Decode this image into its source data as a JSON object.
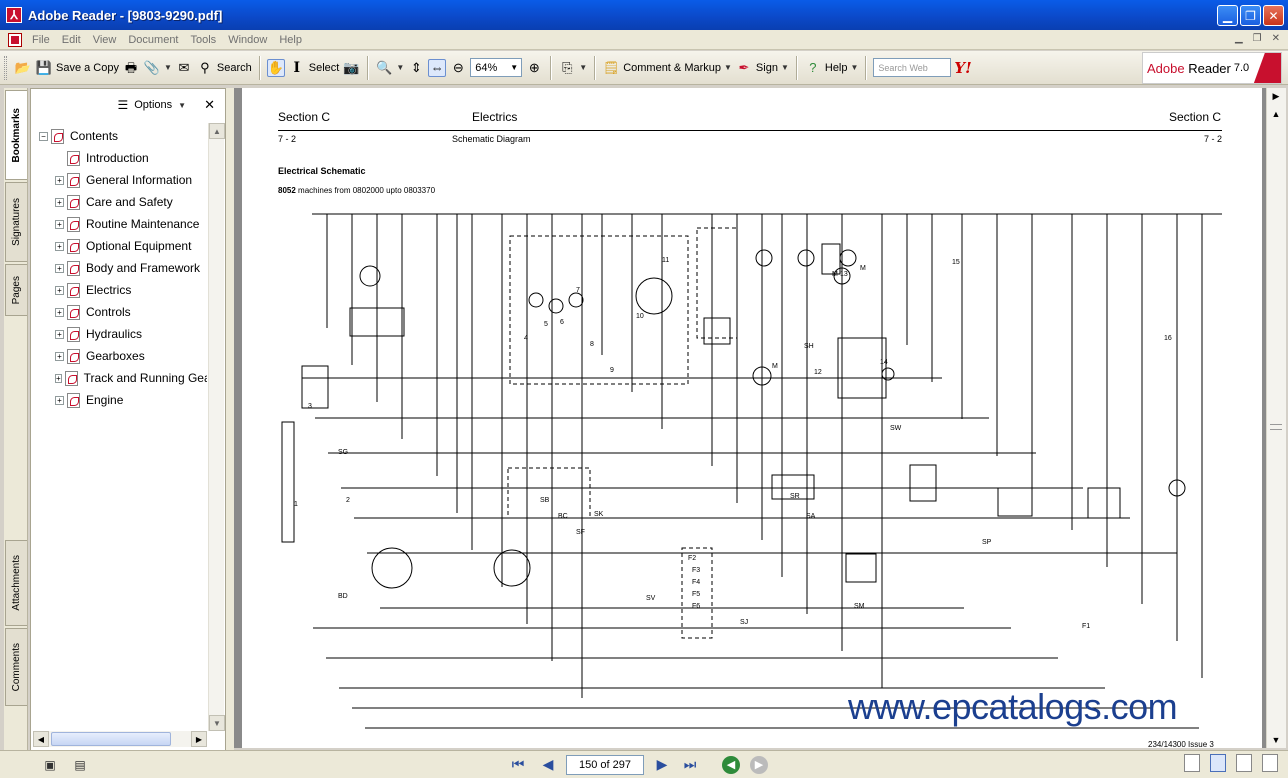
{
  "window": {
    "title": "Adobe Reader - [9803-9290.pdf]",
    "controls": [
      "minimize",
      "restore",
      "close"
    ]
  },
  "menu": {
    "items": [
      "File",
      "Edit",
      "View",
      "Document",
      "Tools",
      "Window",
      "Help"
    ]
  },
  "toolbar": {
    "save_copy": "Save a Copy",
    "search": "Search",
    "select": "Select",
    "zoom_value": "64%",
    "comment_markup": "Comment & Markup",
    "sign": "Sign",
    "help": "Help",
    "search_web_placeholder": "Search Web",
    "yahoo": "Y!",
    "brand": "Adobe",
    "product": "Reader",
    "version": "7.0"
  },
  "nav_tabs": {
    "bookmarks": "Bookmarks",
    "signatures": "Signatures",
    "pages": "Pages",
    "attachments": "Attachments",
    "comments": "Comments"
  },
  "bookmarks": {
    "options_label": "Options",
    "items": [
      {
        "label": "Contents",
        "level": 0,
        "expander": "−"
      },
      {
        "label": "Introduction",
        "level": 1,
        "expander": ""
      },
      {
        "label": "General Information",
        "level": 1,
        "expander": "+"
      },
      {
        "label": "Care and Safety",
        "level": 1,
        "expander": "+"
      },
      {
        "label": "Routine Maintenance",
        "level": 1,
        "expander": "+"
      },
      {
        "label": "Optional Equipment",
        "level": 1,
        "expander": "+"
      },
      {
        "label": "Body and Framework",
        "level": 1,
        "expander": "+"
      },
      {
        "label": "Electrics",
        "level": 1,
        "expander": "+"
      },
      {
        "label": "Controls",
        "level": 1,
        "expander": "+"
      },
      {
        "label": "Hydraulics",
        "level": 1,
        "expander": "+"
      },
      {
        "label": "Gearboxes",
        "level": 1,
        "expander": "+"
      },
      {
        "label": "Track and Running Gear",
        "level": 1,
        "expander": "+"
      },
      {
        "label": "Engine",
        "level": 1,
        "expander": "+"
      }
    ]
  },
  "document": {
    "section_left": "Section C",
    "section_title": "Electrics",
    "section_right": "Section C",
    "page_left": "7 - 2",
    "subtitle": "Schematic Diagram",
    "page_right": "7 - 2",
    "heading": "Electrical Schematic",
    "model": "8052",
    "model_text": "machines from 0802000 upto 0803370",
    "watermark": "www.epcatalogs.com",
    "issue": "234/14300 Issue 3",
    "labels": [
      "SG",
      "BD",
      "SB",
      "BC",
      "SF",
      "SH",
      "SW",
      "SA",
      "SK",
      "SJ",
      "SR",
      "SV",
      "SM",
      "SP",
      "F1",
      "F2",
      "F3",
      "F4",
      "F5",
      "F6",
      "1",
      "2",
      "3",
      "4",
      "5",
      "6",
      "7",
      "8",
      "9",
      "10",
      "11",
      "12",
      "13",
      "14",
      "15",
      "16",
      "M",
      "M",
      "M"
    ]
  },
  "status": {
    "page_display": "150 of 297"
  }
}
